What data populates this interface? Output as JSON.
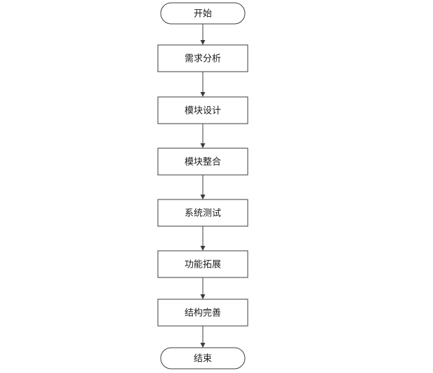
{
  "flowchart": {
    "steps": [
      {
        "label": "开始",
        "shape": "terminal"
      },
      {
        "label": "需求分析",
        "shape": "process"
      },
      {
        "label": "模块设计",
        "shape": "process"
      },
      {
        "label": "模块整合",
        "shape": "process"
      },
      {
        "label": "系统测试",
        "shape": "process"
      },
      {
        "label": "功能拓展",
        "shape": "process"
      },
      {
        "label": "结构完善",
        "shape": "process"
      },
      {
        "label": "结束",
        "shape": "terminal"
      }
    ],
    "colors": {
      "stroke": "#3c3c3c",
      "fill": "#ffffff",
      "text": "#1a1a1a"
    }
  }
}
